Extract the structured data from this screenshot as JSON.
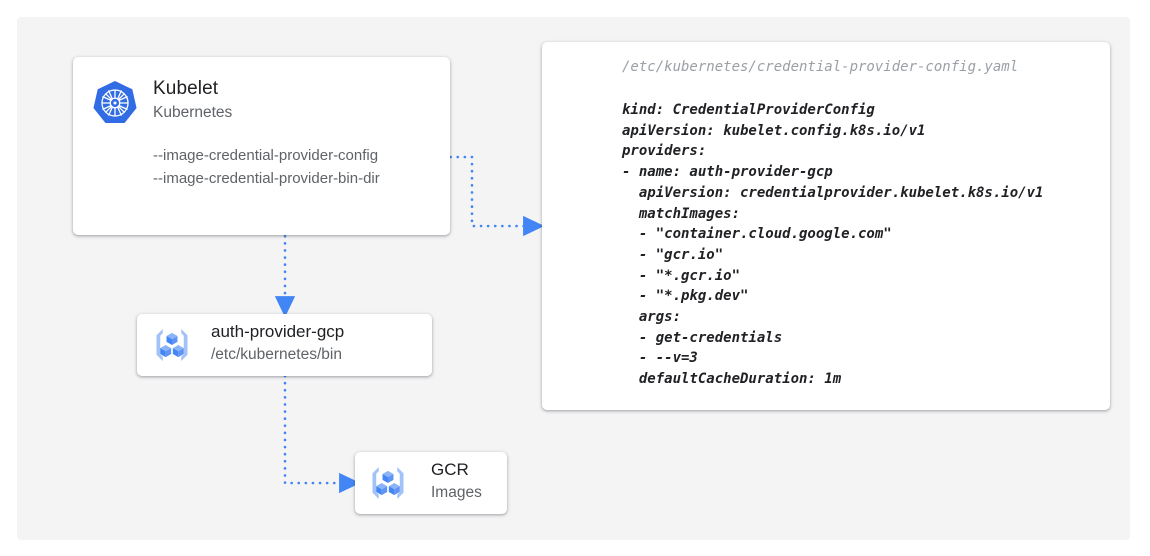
{
  "colors": {
    "canvas_background": "#f4f4f5",
    "card_background": "#ffffff",
    "connector_blue": "#4285f4",
    "k8s_blue": "#326ce5",
    "gcp_blue": "#4285f4",
    "gcp_blue_light": "#a3c2f7",
    "text_primary": "#202124",
    "text_secondary": "#5f6368",
    "text_muted": "#9aa0a6"
  },
  "kubelet": {
    "icon": "kubernetes-logo-icon",
    "title": "Kubelet",
    "subtitle": "Kubernetes",
    "flags": [
      "--image-credential-provider-config",
      "--image-credential-provider-bin-dir"
    ]
  },
  "auth_provider": {
    "icon": "gcp-container-registry-icon",
    "title": "auth-provider-gcp",
    "subtitle": "/etc/kubernetes/bin"
  },
  "gcr": {
    "icon": "gcp-container-registry-icon",
    "title": "GCR",
    "subtitle": "Images"
  },
  "yaml_panel": {
    "path": "/etc/kubernetes/credential-provider-config.yaml",
    "content": "kind: CredentialProviderConfig\napiVersion: kubelet.config.k8s.io/v1\nproviders:\n- name: auth-provider-gcp\n  apiVersion: credentialprovider.kubelet.k8s.io/v1\n  matchImages:\n  - \"container.cloud.google.com\"\n  - \"gcr.io\"\n  - \"*.gcr.io\"\n  - \"*.pkg.dev\"\n  args:\n  - get-credentials\n  - --v=3\n  defaultCacheDuration: 1m",
    "lines": [
      "kind: CredentialProviderConfig",
      "apiVersion: kubelet.config.k8s.io/v1",
      "providers:",
      "- name: auth-provider-gcp",
      "  apiVersion: credentialprovider.kubelet.k8s.io/v1",
      "  matchImages:",
      "  - \"container.cloud.google.com\"",
      "  - \"gcr.io\"",
      "  - \"*.gcr.io\"",
      "  - \"*.pkg.dev\"",
      "  args:",
      "  - get-credentials",
      "  - --v=3",
      "  defaultCacheDuration: 1m"
    ]
  },
  "connectors": [
    {
      "name": "kubelet-to-config",
      "from": "kubelet-flags",
      "to": "yaml-panel",
      "style": "dotted",
      "arrow": true
    },
    {
      "name": "kubelet-to-auth-provider",
      "from": "kubelet-card",
      "to": "auth-provider",
      "style": "dotted",
      "arrow": true
    },
    {
      "name": "auth-provider-to-gcr",
      "from": "auth-provider",
      "to": "gcr",
      "style": "dotted",
      "arrow": true
    }
  ]
}
